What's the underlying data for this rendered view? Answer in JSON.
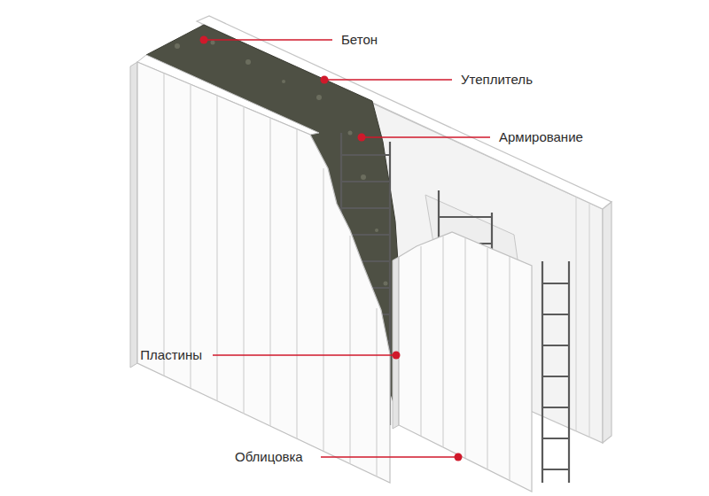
{
  "diagram": {
    "labels": [
      "Бетон",
      "Утеплитель",
      "Армирование",
      "Пластины",
      "Облицовка"
    ]
  }
}
